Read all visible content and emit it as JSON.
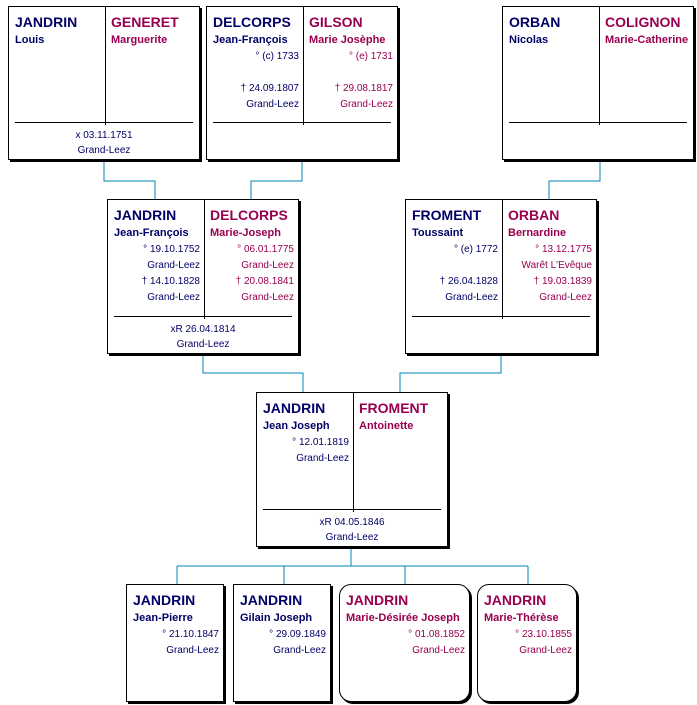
{
  "colors": {
    "male": "#000066",
    "female": "#990050",
    "connector": "#0086b3"
  },
  "gen1": [
    {
      "husband": {
        "surname": "JANDRIN",
        "given": "Louis"
      },
      "wife": {
        "surname": "GENERET",
        "given": "Marguerite"
      },
      "marriage": {
        "date": "x 03.11.1751",
        "place": "Grand-Leez"
      }
    },
    {
      "husband": {
        "surname": "DELCORPS",
        "given": "Jean-François",
        "birth": "° (c) 1733",
        "death": "† 24.09.1807",
        "death_place": "Grand-Leez"
      },
      "wife": {
        "surname": "GILSON",
        "given": "Marie Josèphe",
        "birth": "° (e) 1731",
        "death": "† 29.08.1817",
        "death_place": "Grand-Leez"
      }
    },
    {
      "husband": {
        "surname": "ORBAN",
        "given": "Nicolas"
      },
      "wife": {
        "surname": "COLIGNON",
        "given": "Marie-Catherine"
      }
    }
  ],
  "gen2": [
    {
      "husband": {
        "surname": "JANDRIN",
        "given": "Jean-François",
        "birth": "° 19.10.1752",
        "birth_place": "Grand-Leez",
        "death": "† 14.10.1828",
        "death_place": "Grand-Leez"
      },
      "wife": {
        "surname": "DELCORPS",
        "given": "Marie-Joseph",
        "birth": "° 06.01.1775",
        "birth_place": "Grand-Leez",
        "death": "† 20.08.1841",
        "death_place": "Grand-Leez"
      },
      "marriage": {
        "date": "xR 26.04.1814",
        "place": "Grand-Leez"
      }
    },
    {
      "husband": {
        "surname": "FROMENT",
        "given": "Toussaint",
        "birth": "° (e) 1772",
        "death": "† 26.04.1828",
        "death_place": "Grand-Leez"
      },
      "wife": {
        "surname": "ORBAN",
        "given": "Bernardine",
        "birth": "° 13.12.1775",
        "birth_place": "Warêt L'Evêque",
        "death": "† 19.03.1839",
        "death_place": "Grand-Leez"
      }
    }
  ],
  "gen3": {
    "husband": {
      "surname": "JANDRIN",
      "given": "Jean Joseph",
      "birth": "° 12.01.1819",
      "birth_place": "Grand-Leez"
    },
    "wife": {
      "surname": "FROMENT",
      "given": "Antoinette"
    },
    "marriage": {
      "date": "xR 04.05.1846",
      "place": "Grand-Leez"
    }
  },
  "children": [
    {
      "surname": "JANDRIN",
      "given": "Jean-Pierre",
      "birth": "° 21.10.1847",
      "birth_place": "Grand-Leez"
    },
    {
      "surname": "JANDRIN",
      "given": "Gilain Joseph",
      "birth": "° 29.09.1849",
      "birth_place": "Grand-Leez"
    },
    {
      "surname": "JANDRIN",
      "given": "Marie-Désirée Joseph",
      "birth": "° 01.08.1852",
      "birth_place": "Grand-Leez"
    },
    {
      "surname": "JANDRIN",
      "given": "Marie-Thérèse",
      "birth": "° 23.10.1855",
      "birth_place": "Grand-Leez"
    }
  ]
}
